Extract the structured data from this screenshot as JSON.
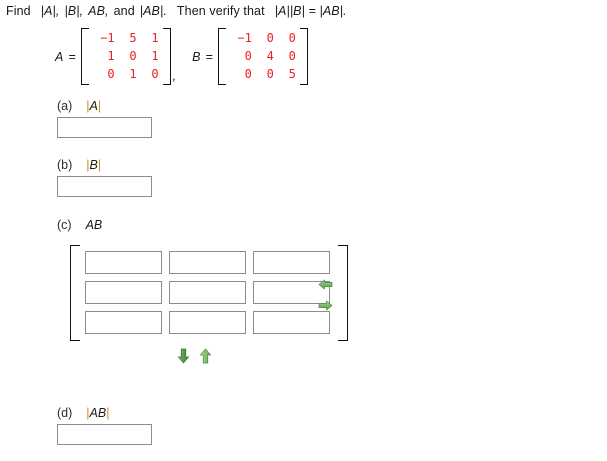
{
  "prompt": {
    "lead": "Find",
    "items": [
      "|A|,",
      "|B|,",
      "AB,",
      "and",
      "|AB|."
    ],
    "verify_lead": "Then verify that",
    "identity": "|A||B| = |AB|.",
    "full_text": "Find |A|, |B|, AB, and |AB|.  Then verify that |A||B| = |AB|."
  },
  "matrices": {
    "A": {
      "label": "A",
      "equals": "=",
      "rows": [
        [
          "−1",
          "5",
          "1"
        ],
        [
          "1",
          "0",
          "1"
        ],
        [
          "0",
          "1",
          "0"
        ]
      ],
      "separator": ","
    },
    "B": {
      "label": "B",
      "equals": "=",
      "rows": [
        [
          "−1",
          "0",
          "0"
        ],
        [
          "0",
          "4",
          "0"
        ],
        [
          "0",
          "0",
          "5"
        ]
      ]
    },
    "entry_color": "#ef2020",
    "bracket_color": "#111111"
  },
  "parts": [
    {
      "id": "a",
      "letter": "(a)",
      "expr_bar_open": "|",
      "expr_var": "A",
      "expr_bar_close": "|",
      "value": ""
    },
    {
      "id": "b",
      "letter": "(b)",
      "expr_bar_open": "|",
      "expr_var": "B",
      "expr_bar_close": "|",
      "value": ""
    },
    {
      "id": "c",
      "letter": "(c)",
      "expr_bar_open": "",
      "expr_var": "AB",
      "expr_bar_close": "",
      "matrix_values": [
        [
          "",
          "",
          ""
        ],
        [
          "",
          "",
          ""
        ],
        [
          "",
          "",
          ""
        ]
      ]
    },
    {
      "id": "d",
      "letter": "(d)",
      "expr_bar_open": "|",
      "expr_var": "AB",
      "expr_bar_close": "|",
      "value": ""
    }
  ],
  "controls": {
    "column_arrows": [
      {
        "name": "arrow-left",
        "glyph": "left"
      },
      {
        "name": "arrow-right",
        "glyph": "right"
      }
    ],
    "row_arrows": [
      {
        "name": "arrow-down",
        "glyph": "down"
      },
      {
        "name": "arrow-up",
        "glyph": "up"
      }
    ],
    "arrow_color": "#6aaa5e",
    "arrow_color_light": "#9ccf8e"
  },
  "style": {
    "background": "#ffffff",
    "input_border": "#8c8c8c",
    "bar_color": "#d08a1a"
  }
}
